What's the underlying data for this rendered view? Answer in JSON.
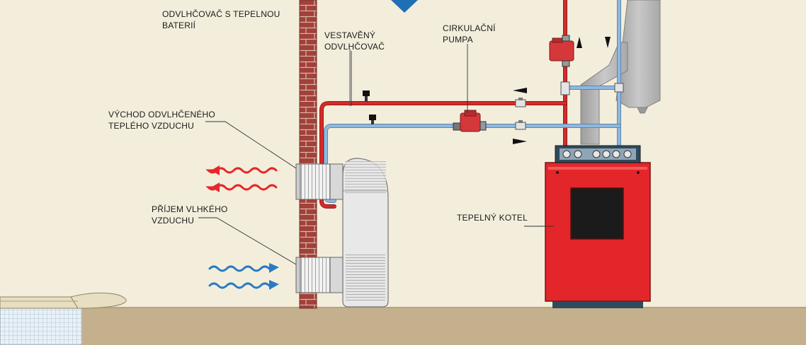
{
  "labels": {
    "title_line1": "ODVLHČOVAČ S TEPELNOU",
    "title_line2": "BATERIÍ",
    "built_in_line1": "VESTAVĚNÝ",
    "built_in_line2": "ODVLHČOVAČ",
    "pump_line1": "CIRKULAČNÍ",
    "pump_line2": "PUMPA",
    "outlet_line1": "VÝCHOD ODVLHČENÉHO",
    "outlet_line2": "TEPLÉHO VZDUCHU",
    "intake_line1": "PŘÍJEM VLHKÉHO",
    "intake_line2": "VZDUCHU",
    "boiler": "TEPELNÝ KOTEL"
  },
  "colors": {
    "background": "#F3EEDC",
    "hot_pipe": "#D62A2A",
    "cold_pipe": "#8FB8DE",
    "boiler": "#E3262A",
    "brick": "#A2403A",
    "floor": "#C4B08C",
    "warm_air": "#E8262B",
    "humid_air": "#2B7BC4"
  }
}
